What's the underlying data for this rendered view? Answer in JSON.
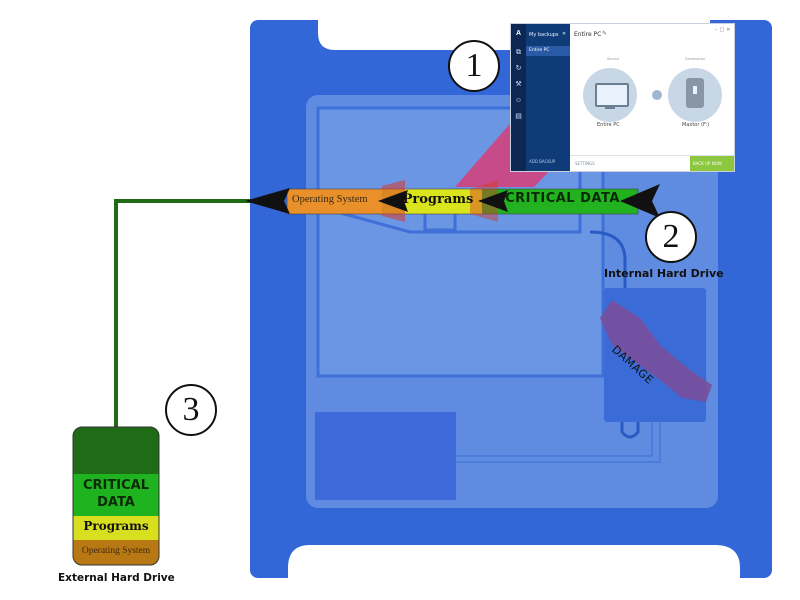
{
  "diagram": {
    "callouts": [
      "1",
      "2",
      "3"
    ],
    "backup_arrow": {
      "segments": [
        {
          "label": "Operating System",
          "color": "#e9902b"
        },
        {
          "label": "Programs",
          "color": "#d9e41c"
        },
        {
          "label": "CRITICAL DATA",
          "color": "#22b21f"
        }
      ]
    },
    "internal_drive": {
      "label": "Internal Hard Drive",
      "damage_label": "DAMAGE"
    },
    "external_drive": {
      "label": "External Hard Drive",
      "stack": [
        "CRITICAL DATA",
        "Programs",
        "Operating System"
      ]
    }
  },
  "app_window": {
    "title": "My backups",
    "title_icon": "close-icon",
    "nav_icons": [
      "logo-icon",
      "backup-icon",
      "sync-icon",
      "tools-icon",
      "account-icon",
      "book-icon"
    ],
    "backup_item": "Entire PC",
    "add_backup": "ADD BACKUP",
    "header_title": "Entire PC",
    "header_icon": "edit-icon",
    "window_controls": [
      "minimize-icon",
      "maximize-icon",
      "close-icon"
    ],
    "source_caption": "Source",
    "destination_caption": "Destination",
    "source_name": "Entire PC",
    "destination_name": "Maxtor (F:)",
    "bottom_left": "SETTINGS",
    "backup_button": "BACK UP NOW"
  },
  "colors": {
    "case_blue": "#3366d6",
    "panel_blue": "#5f8ce0",
    "green_line": "#1f6b16",
    "damage_purple": "#7a4f9c",
    "accent_green": "#8dc63f"
  }
}
